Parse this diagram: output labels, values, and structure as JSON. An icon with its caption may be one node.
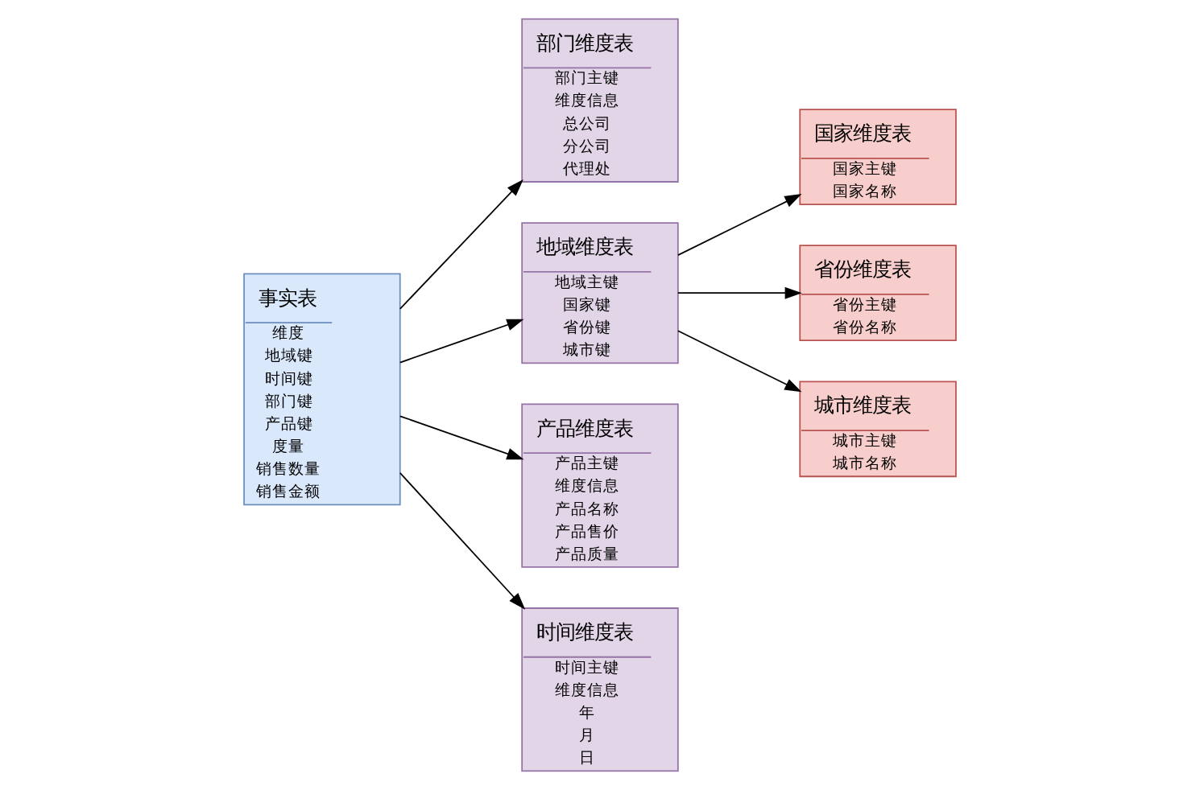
{
  "diagram": {
    "nodes": [
      {
        "text": [
          "国家维度表",
          "国家主键",
          "国家名称"
        ]
      },
      {
        "text": [
          "部门维度表",
          "部门主键",
          "维度信息",
          "总公司",
          "分公司",
          "代理处"
        ]
      },
      {
        "text": [
          "地域维度表",
          "地域主键",
          "国家键",
          "省份键",
          "城市键"
        ]
      },
      {
        "text": [
          "省份维度表",
          "省份主键",
          "省份名称"
        ]
      },
      {
        "text": [
          "事实表",
          "维度",
          "地域键",
          "时间键",
          "部门键",
          "产品键",
          "度量",
          "销售数量",
          "销售金额"
        ]
      },
      {
        "text": [
          "城市维度表",
          "城市主键",
          "城市名称"
        ]
      },
      {
        "text": [
          "产品维度表",
          "产品主键",
          "维度信息",
          "产品名称",
          "产品售价",
          "产品质量"
        ]
      },
      {
        "text": [
          "时间维度表",
          "时间主键",
          "维度信息",
          "年",
          "月",
          "日"
        ]
      }
    ],
    "edges": [
      {
        "from": 4,
        "to": 1,
        "arrow": "to"
      },
      {
        "from": 4,
        "to": 6,
        "arrow": "to"
      },
      {
        "from": 4,
        "to": 2,
        "arrow": "to"
      },
      {
        "from": 4,
        "to": 7,
        "arrow": "to"
      },
      {
        "from": 2,
        "to": 0,
        "arrow": "to"
      },
      {
        "from": 2,
        "to": 3,
        "arrow": "to"
      },
      {
        "from": 2,
        "to": 5,
        "arrow": "to"
      }
    ]
  }
}
